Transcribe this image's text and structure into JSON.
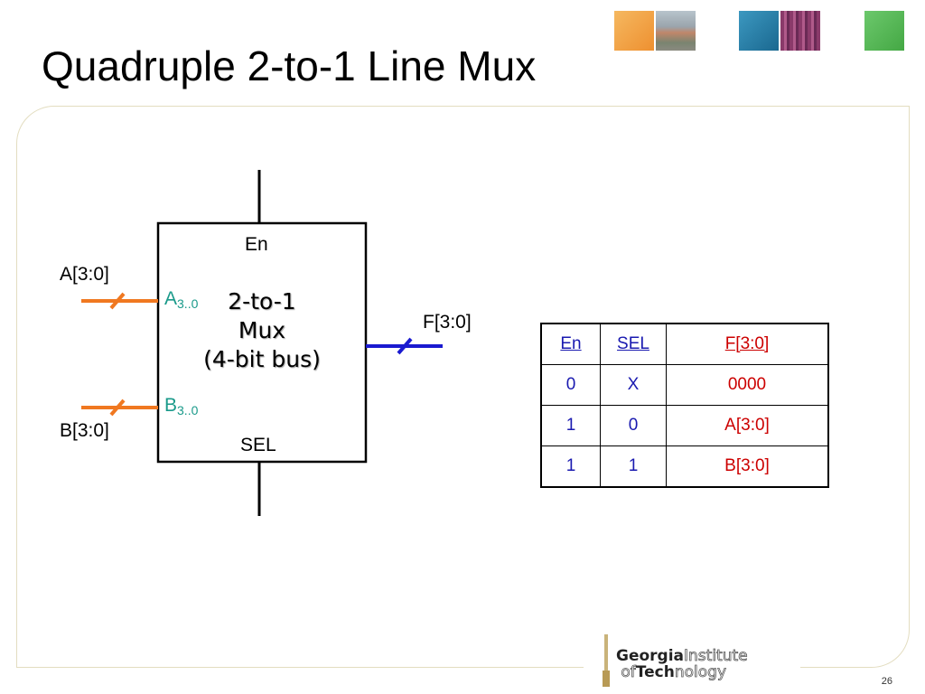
{
  "slide": {
    "title": "Quadruple 2-to-1 Line Mux",
    "page_number": "26"
  },
  "header_tiles": [
    {
      "name": "orange-tile",
      "color": "#f0a040"
    },
    {
      "name": "photo-tile-campus",
      "color": "#8a9aa8"
    },
    {
      "name": "blue-tile",
      "color": "#2a80a8"
    },
    {
      "name": "photo-tile-circuit",
      "color": "#9a4a7a"
    },
    {
      "name": "green-tile",
      "color": "#5cb85c"
    }
  ],
  "diagram": {
    "block": {
      "enable_pin": "En",
      "select_pin": "SEL",
      "title_line1": "2-to-1",
      "title_line2": "Mux",
      "title_line3": "(4-bit bus)",
      "input_a_pin": "A",
      "input_a_sub": "3..0",
      "input_b_pin": "B",
      "input_b_sub": "3..0"
    },
    "signals": {
      "input_a": "A[3:0]",
      "input_b": "B[3:0]",
      "output_f": "F[3:0]"
    },
    "colors": {
      "input_wire": "#f07820",
      "output_wire": "#1a1ad0",
      "pin_label": "#1a9a8a"
    }
  },
  "truth_table": {
    "headers": [
      "En",
      "SEL",
      "F[3:0]"
    ],
    "rows": [
      [
        "0",
        "X",
        "0000"
      ],
      [
        "1",
        "0",
        "A[3:0]"
      ],
      [
        "1",
        "1",
        "B[3:0]"
      ]
    ]
  },
  "logo": {
    "line1_bold": "Georgia",
    "line1_light": "Institute",
    "line2_light": "of",
    "line2_bold": "Tech",
    "line2_light2": "nology"
  }
}
